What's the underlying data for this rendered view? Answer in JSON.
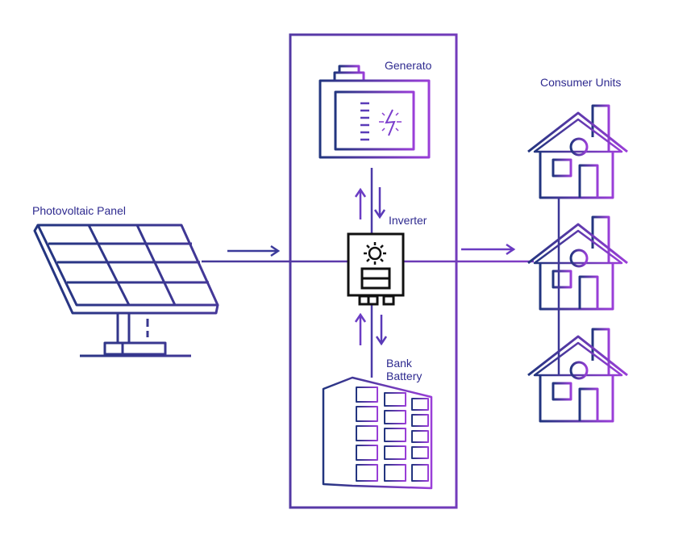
{
  "labels": {
    "photovoltaic_panel": "Photovoltaic Panel",
    "generator": "Generato",
    "inverter": "Inverter",
    "bank_battery_line1": "Bank",
    "bank_battery_line2": "Battery",
    "consumer_units": "Consumer Units"
  },
  "colors": {
    "gradient_start": "#22357f",
    "gradient_end": "#9a3ed8",
    "label_text": "#2e2a8f",
    "inverter_stroke": "#111111"
  }
}
